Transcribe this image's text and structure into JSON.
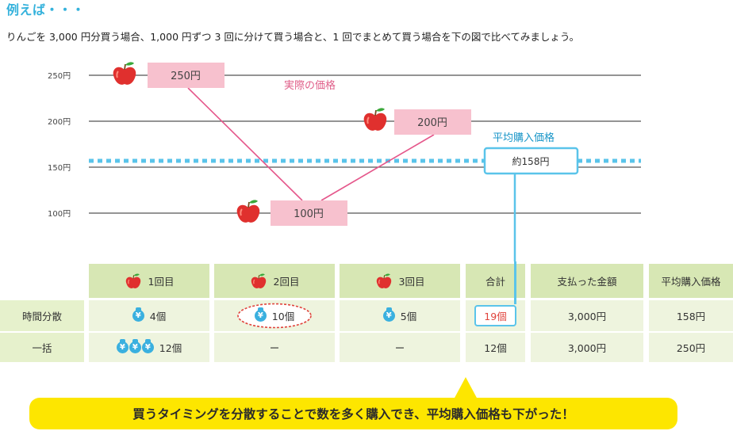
{
  "heading": "例えば・・・",
  "intro": "りんごを 3,000 円分買う場合、1,000 円ずつ 3 回に分けて買う場合と、1 回でまとめて買う場合を下の図で比べてみましょう。",
  "chart_data": {
    "type": "line",
    "yticks": [
      {
        "label": "250円",
        "value": 250
      },
      {
        "label": "200円",
        "value": 200
      },
      {
        "label": "150円",
        "value": 150
      },
      {
        "label": "100円",
        "value": 100
      }
    ],
    "points": [
      {
        "label": "250円",
        "value": 250
      },
      {
        "label": "100円",
        "value": 100
      },
      {
        "label": "200円",
        "value": 200
      }
    ],
    "series_label": "実際の価格",
    "avg_label": "平均購入価格",
    "avg_value_label": "約158円",
    "avg_value": 158
  },
  "table": {
    "headers": [
      "1回目",
      "2回目",
      "3回目",
      "合計",
      "支払った金額",
      "平均購入価格"
    ],
    "rows": [
      {
        "label": "時間分散",
        "cells": [
          "4個",
          "10個",
          "5個",
          "19個",
          "3,000円",
          "158円"
        ]
      },
      {
        "label": "一括",
        "cells": [
          "12個",
          "ー",
          "ー",
          "12個",
          "3,000円",
          "250円"
        ]
      }
    ]
  },
  "callout": "買うタイミングを分散することで数を多く購入でき、平均購入価格も下がった！",
  "colors": {
    "pink_line": "#e5578b",
    "pink_box": "#f7c1ce",
    "avg_blue": "#5ac4ea",
    "table_header": "#d7e7b4",
    "table_cell": "#eef4de",
    "callout": "#fde600",
    "highlight_red": "#e0433c"
  },
  "icons": [
    "apple-icon",
    "yen-coin-icon",
    "starburst-highlight-icon"
  ]
}
